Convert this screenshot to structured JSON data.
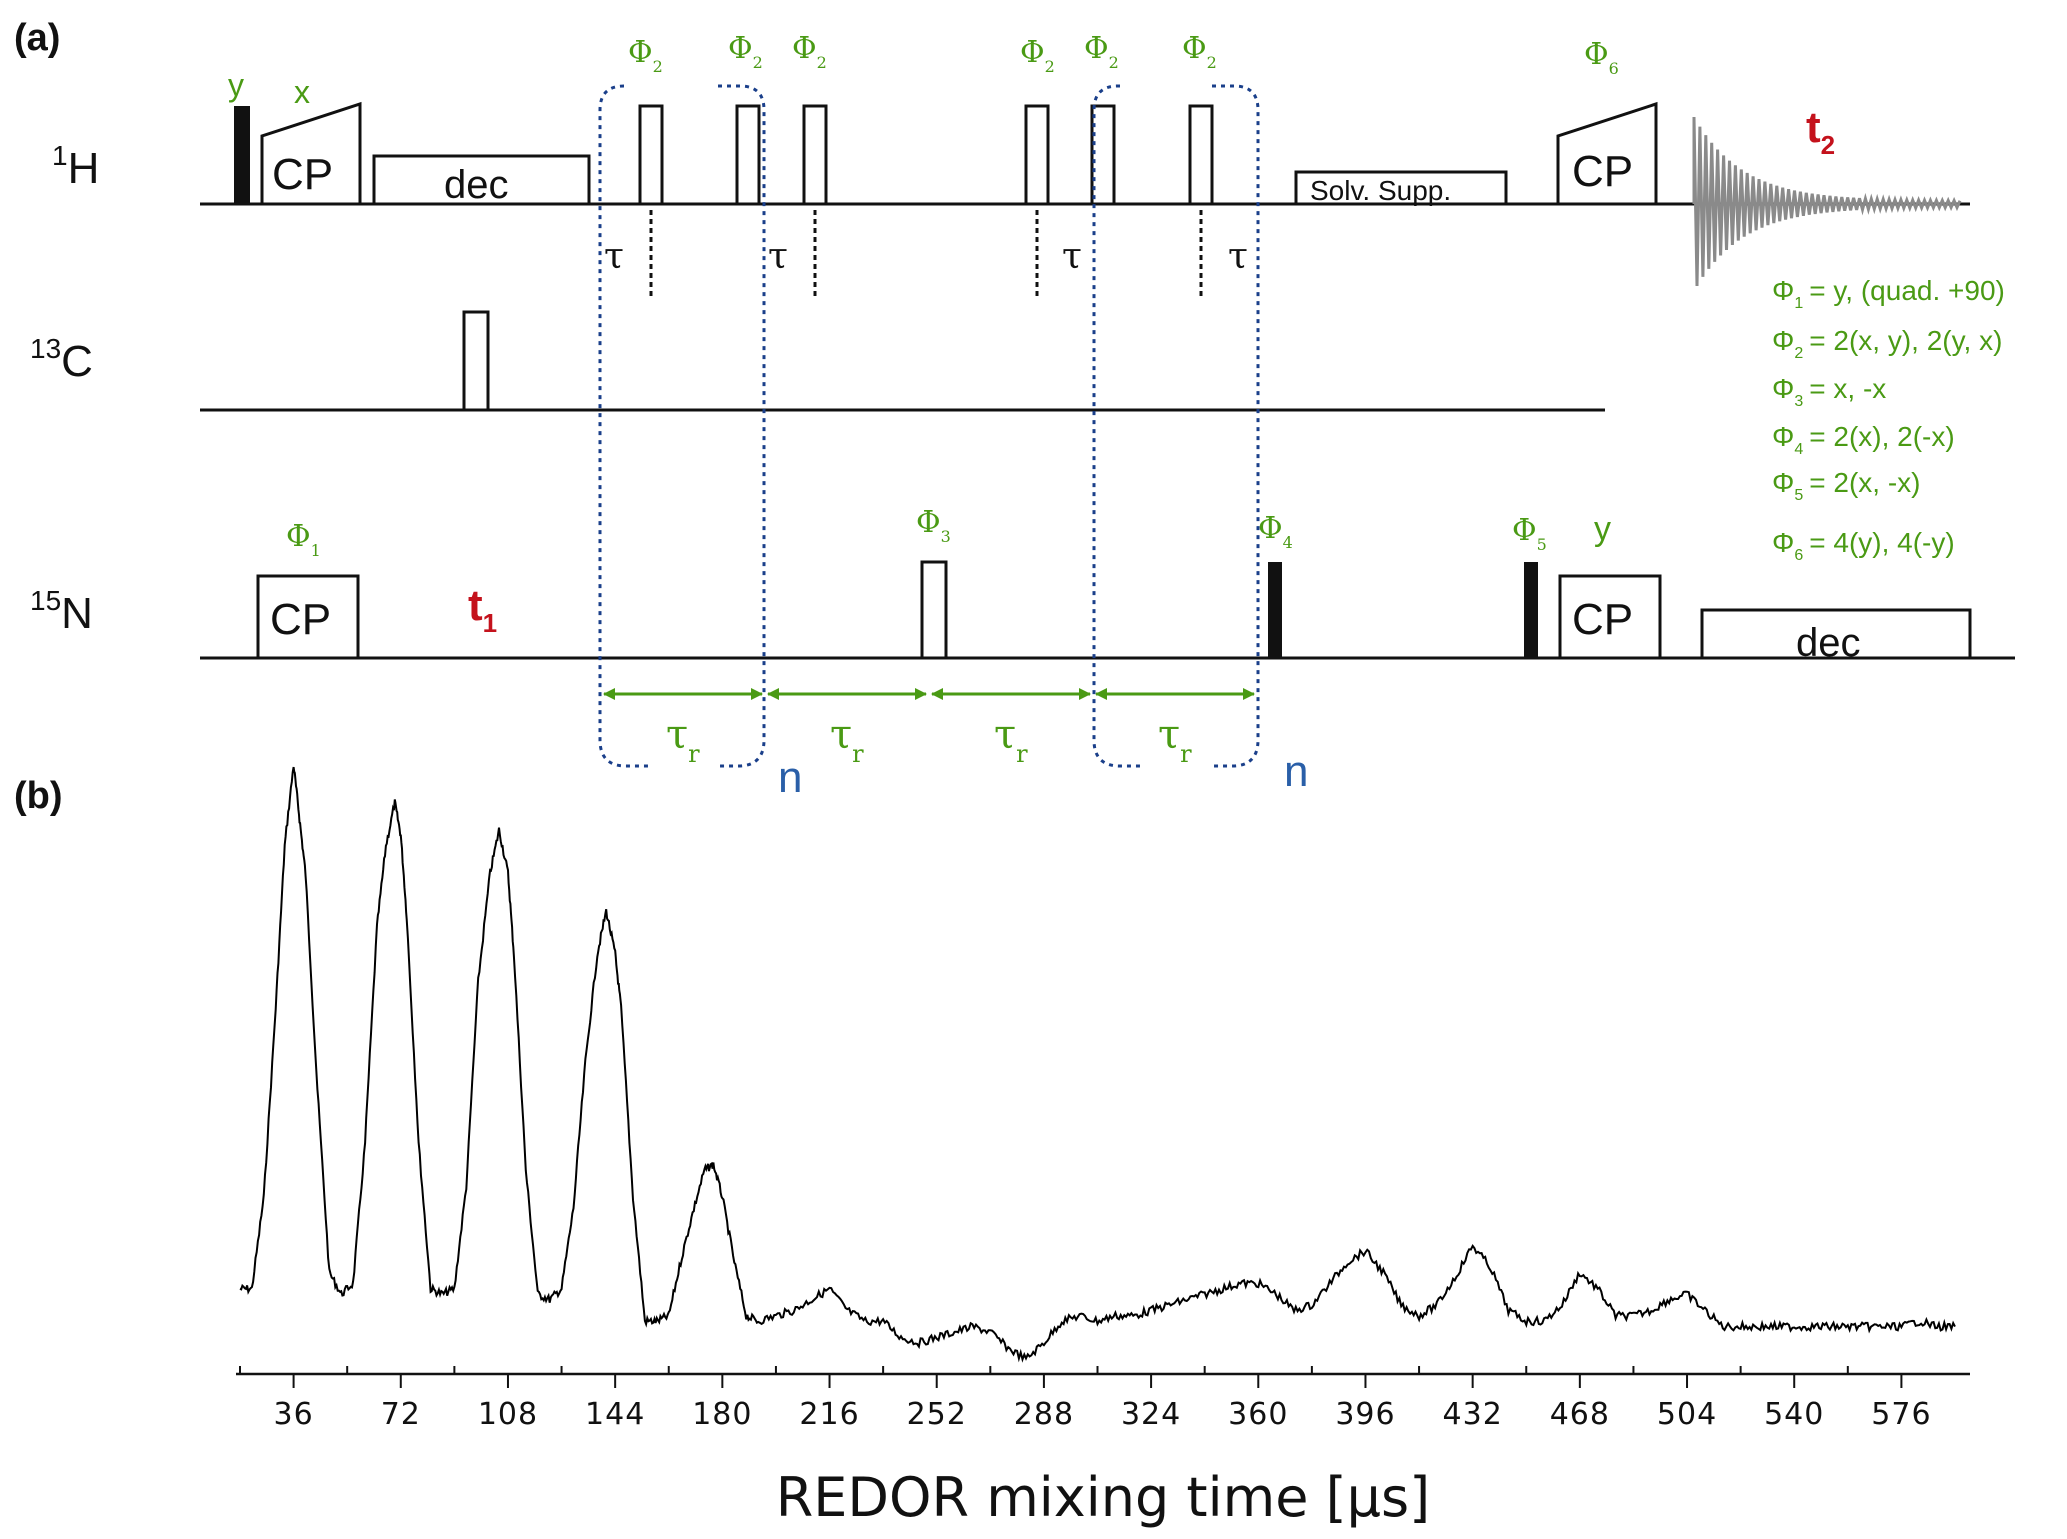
{
  "figure": {
    "panel_a_label": "(a)",
    "panel_b_label": "(b)"
  },
  "pulse_sequence": {
    "channels": [
      {
        "sup": "1",
        "name": "H"
      },
      {
        "sup": "13",
        "name": "C"
      },
      {
        "sup": "15",
        "name": "N"
      }
    ],
    "h_labels": {
      "y": "y",
      "x": "x",
      "cp": "CP",
      "dec": "dec",
      "solv": "Solv. Supp.",
      "phi2": "Φ",
      "phi2_sub": "2",
      "phi6": "Φ",
      "phi6_sub": "6",
      "t2": "t",
      "t2_sub": "2",
      "tau": "τ"
    },
    "n_labels": {
      "cp_left": "CP",
      "cp_right": "CP",
      "dec": "dec",
      "t1": "t",
      "t1_sub": "1",
      "phi1": "Φ",
      "phi1_sub": "1",
      "phi3": "Φ",
      "phi3_sub": "3",
      "phi4": "Φ",
      "phi4_sub": "4",
      "phi5": "Φ",
      "phi5_sub": "5",
      "y": "y"
    },
    "rotor": {
      "tau_r": "τ",
      "tau_r_sub": "r",
      "n": "n"
    },
    "phase_cycle": [
      {
        "phi": "Φ",
        "sub": "1",
        "text": "=  y, (quad. +90)"
      },
      {
        "phi": "Φ",
        "sub": "2",
        "text": "=  2(x, y), 2(y, x)"
      },
      {
        "phi": "Φ",
        "sub": "3",
        "text": "= x, -x"
      },
      {
        "phi": "Φ",
        "sub": "4",
        "text": "= 2(x), 2(-x)"
      },
      {
        "phi": "Φ",
        "sub": "5",
        "text": "= 2(x, -x)"
      },
      {
        "phi": "Φ",
        "sub": "6",
        "text": "= 4(y), 4(-y)"
      }
    ]
  },
  "chart_data": {
    "type": "line",
    "title": "",
    "xlabel": "REDOR mixing time [μs]",
    "ylabel": "",
    "x_ticks": [
      "36",
      "72",
      "108",
      "144",
      "180",
      "216",
      "252",
      "288",
      "324",
      "360",
      "396",
      "432",
      "468",
      "504",
      "540",
      "576"
    ],
    "grid": false,
    "series": [
      {
        "color": "#000000",
        "x": [
          18,
          22,
          26,
          30,
          33,
          36,
          38,
          40,
          44,
          48,
          52,
          56,
          60,
          64,
          67,
          70,
          72,
          74,
          78,
          82,
          86,
          90,
          94,
          98,
          102,
          105,
          108,
          110,
          114,
          118,
          122,
          126,
          130,
          134,
          138,
          141,
          144,
          146,
          150,
          154,
          158,
          162,
          166,
          170,
          174,
          177,
          180,
          184,
          188,
          192,
          198,
          204,
          210,
          216,
          222,
          228,
          234,
          240,
          246,
          252,
          258,
          264,
          270,
          276,
          282,
          288,
          294,
          300,
          306,
          312,
          318,
          324,
          330,
          336,
          342,
          348,
          354,
          360,
          366,
          372,
          378,
          384,
          390,
          396,
          402,
          408,
          414,
          420,
          426,
          432,
          438,
          444,
          450,
          456,
          462,
          468,
          474,
          480,
          486,
          492,
          498,
          504,
          510,
          516,
          522,
          528,
          534,
          540,
          546,
          552,
          558,
          564,
          570,
          576,
          582,
          588,
          594
        ],
        "y": [
          0.03,
          0.03,
          0.2,
          0.55,
          0.85,
          1.0,
          0.9,
          0.8,
          0.4,
          0.06,
          0.02,
          0.04,
          0.3,
          0.7,
          0.85,
          0.93,
          0.87,
          0.72,
          0.3,
          0.03,
          0.02,
          0.03,
          0.22,
          0.6,
          0.8,
          0.88,
          0.8,
          0.65,
          0.25,
          0.02,
          0.01,
          0.03,
          0.18,
          0.45,
          0.65,
          0.73,
          0.65,
          0.55,
          0.2,
          -0.03,
          -0.03,
          -0.02,
          0.08,
          0.17,
          0.25,
          0.26,
          0.2,
          0.08,
          -0.02,
          -0.03,
          -0.02,
          -0.01,
          0.01,
          0.03,
          -0.01,
          -0.03,
          -0.03,
          -0.06,
          -0.07,
          -0.06,
          -0.05,
          -0.04,
          -0.05,
          -0.08,
          -0.1,
          -0.07,
          -0.03,
          -0.02,
          -0.03,
          -0.02,
          -0.02,
          -0.01,
          0.0,
          0.01,
          0.02,
          0.03,
          0.04,
          0.04,
          0.02,
          -0.01,
          0.0,
          0.04,
          0.08,
          0.1,
          0.06,
          0.0,
          -0.02,
          0.0,
          0.05,
          0.11,
          0.07,
          -0.01,
          -0.03,
          -0.03,
          0.0,
          0.06,
          0.03,
          -0.02,
          -0.02,
          -0.01,
          0.01,
          0.02,
          -0.01,
          -0.04,
          -0.04,
          -0.04,
          -0.04,
          -0.04,
          -0.04,
          -0.04,
          -0.04,
          -0.04,
          -0.04,
          -0.04,
          -0.03,
          -0.04,
          -0.04
        ]
      }
    ]
  }
}
